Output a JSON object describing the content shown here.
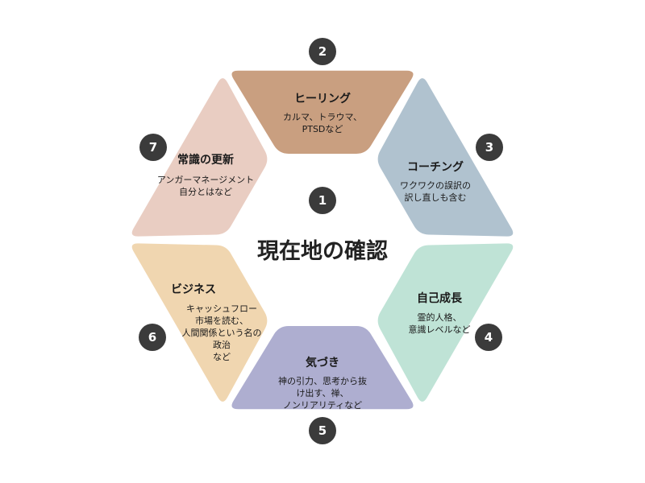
{
  "center": {
    "number": "1",
    "title": "現在地の確認"
  },
  "segments": [
    {
      "number": "2",
      "title": "ヒーリング",
      "lines": [
        "カルマ、トラウマ、",
        "PTSDなど"
      ],
      "color": "#c99f80"
    },
    {
      "number": "3",
      "title": "コーチング",
      "lines": [
        "ワクワクの誤訳の",
        "訳し直しも含む"
      ],
      "color": "#b0c2cf"
    },
    {
      "number": "4",
      "title": "自己成長",
      "lines": [
        "霊的人格、",
        "意識レベルなど"
      ],
      "color": "#bfe3d6"
    },
    {
      "number": "5",
      "title": "気づき",
      "lines": [
        "神の引力、思考から抜",
        "け出す、禅、",
        "ノンリアリティなど"
      ],
      "color": "#aeaed0"
    },
    {
      "number": "6",
      "title": "ビジネス",
      "lines": [
        "キャッシュフロー",
        "市場を読む、",
        "人間関係という名の",
        "政治",
        "など"
      ],
      "color": "#f0d6b0"
    },
    {
      "number": "7",
      "title": "常識の更新",
      "lines": [
        "アンガーマネージメント",
        "自分とはなど"
      ],
      "color": "#e9cdc2"
    }
  ]
}
